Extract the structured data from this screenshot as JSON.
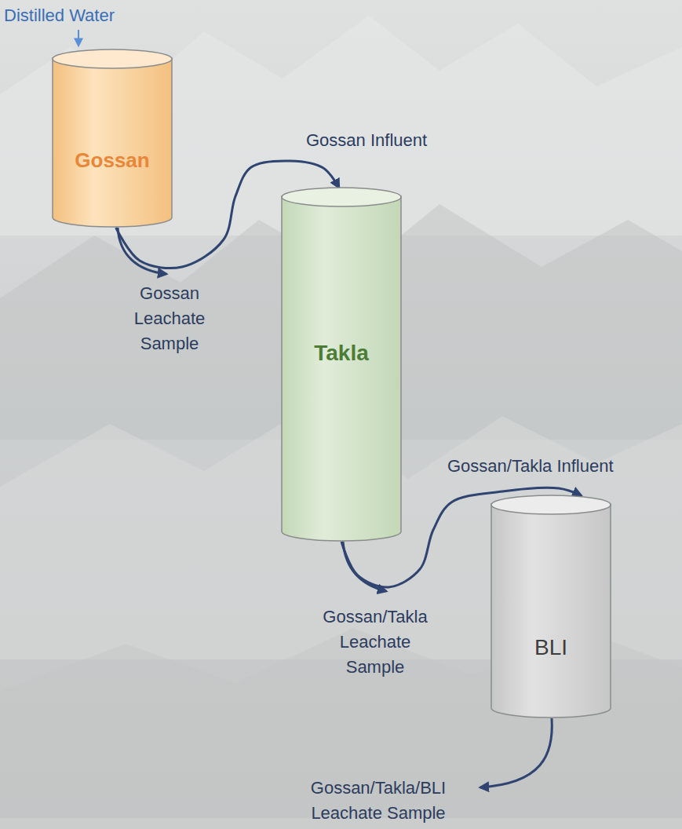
{
  "diagram": {
    "nodes": [
      {
        "text": [
          "Gossan"
        ]
      },
      {
        "text": [
          "Takla"
        ]
      },
      {
        "text": [
          "BLI"
        ]
      }
    ],
    "edges": [
      {
        "from": 0,
        "to": 1,
        "arrow": "to",
        "label": "Gossan Influent"
      },
      {
        "from": 1,
        "to": 2,
        "arrow": "to",
        "label": "Gossan/Takla Influent"
      }
    ],
    "labels": [
      "Distilled Water",
      "Gossan Leachate Sample",
      "Gossan/Takla Leachate Sample",
      "Gossan/Takla/BLI Leachate Sample"
    ]
  }
}
